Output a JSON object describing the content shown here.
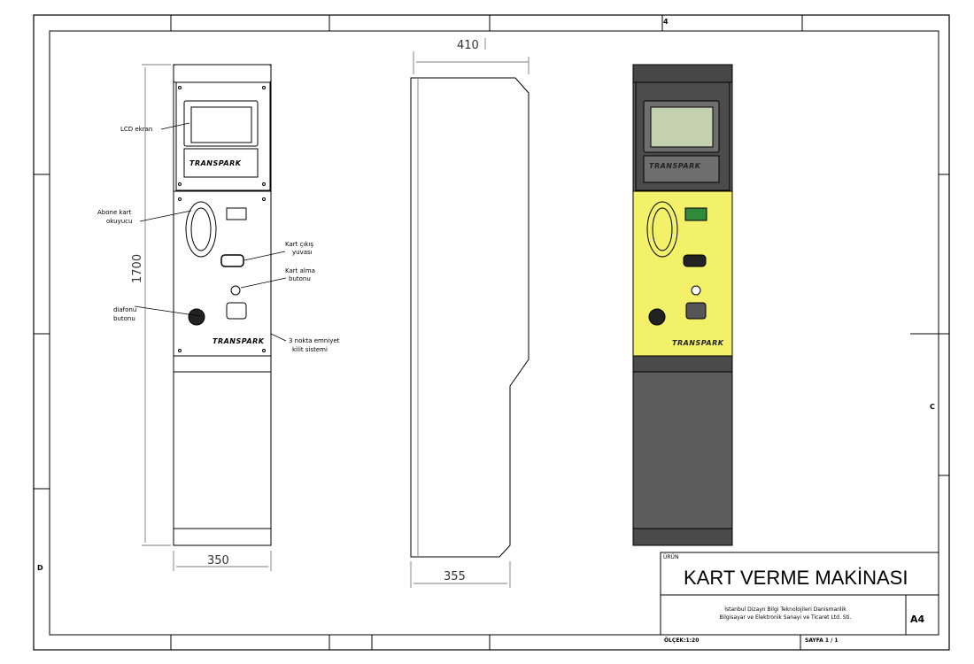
{
  "drawing": {
    "product_label": "ÜRÜN",
    "title": "KART VERME MAKİNASI",
    "company_line1": "İstanbul Dizayn Bilgi Teknolojileri Danismanlik",
    "company_line2": "Bilgisayar ve Elektronik Sanayi ve Ticaret Ltd. Sti.",
    "sheet_size": "A4",
    "scale": "ÖLÇEK:1:20",
    "sheet": "SAYFA 1 / 1"
  },
  "dimensions": {
    "height": "1700",
    "front_width": "350",
    "side_top_width": "410",
    "side_bottom_width": "355"
  },
  "brand": "TRANSPARK",
  "callouts": {
    "lcd": "LCD ekran",
    "card_reader_1": "Abone kart",
    "card_reader_2": "okuyucu",
    "card_slot_1": "Kart çıkış",
    "card_slot_2": "yuvası",
    "take_button_1": "Kart alma",
    "take_button_2": "butonu",
    "intercom_1": "diafonu",
    "intercom_2": "butonu",
    "lock_1": "3 nokta emniyet",
    "lock_2": "kilit sistemi"
  },
  "zones": {
    "left": "D",
    "right": "C",
    "top": "4"
  },
  "colors": {
    "yellow_panel": "#f3f06a",
    "dark_cabinet": "#5c5c5c",
    "lcd_green": "#c4d1ae",
    "display_green": "#2f8a3c",
    "line": "#000000"
  }
}
